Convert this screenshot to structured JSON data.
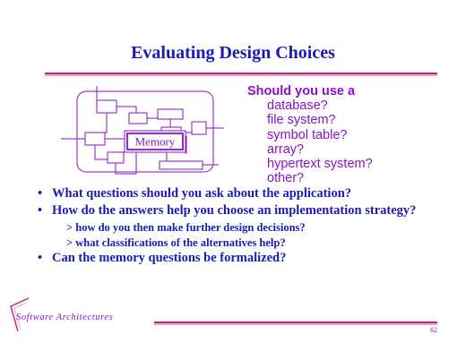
{
  "slide": {
    "title": "Evaluating Design Choices",
    "page_number": "62"
  },
  "diagram": {
    "center_label": "Memory"
  },
  "question": {
    "lead": "Should you use a",
    "options": [
      "database?",
      "file system?",
      "symbol table?",
      "array?",
      "hypertext system?",
      "other?"
    ]
  },
  "bullets": [
    {
      "text": "What questions should you ask about the application?",
      "sub": []
    },
    {
      "text": "How do the answers help you choose an implementation strategy?",
      "sub": [
        "> how do you then make further design decisions?",
        "> what classifications of the alternatives help?"
      ]
    },
    {
      "text": "Can the memory questions be formalized?",
      "sub": []
    }
  ],
  "footer": {
    "brand": "Software Architectures"
  },
  "colors": {
    "title": "#1a1ab8",
    "accent": "#c8217a",
    "purple": "#8a12c8"
  }
}
